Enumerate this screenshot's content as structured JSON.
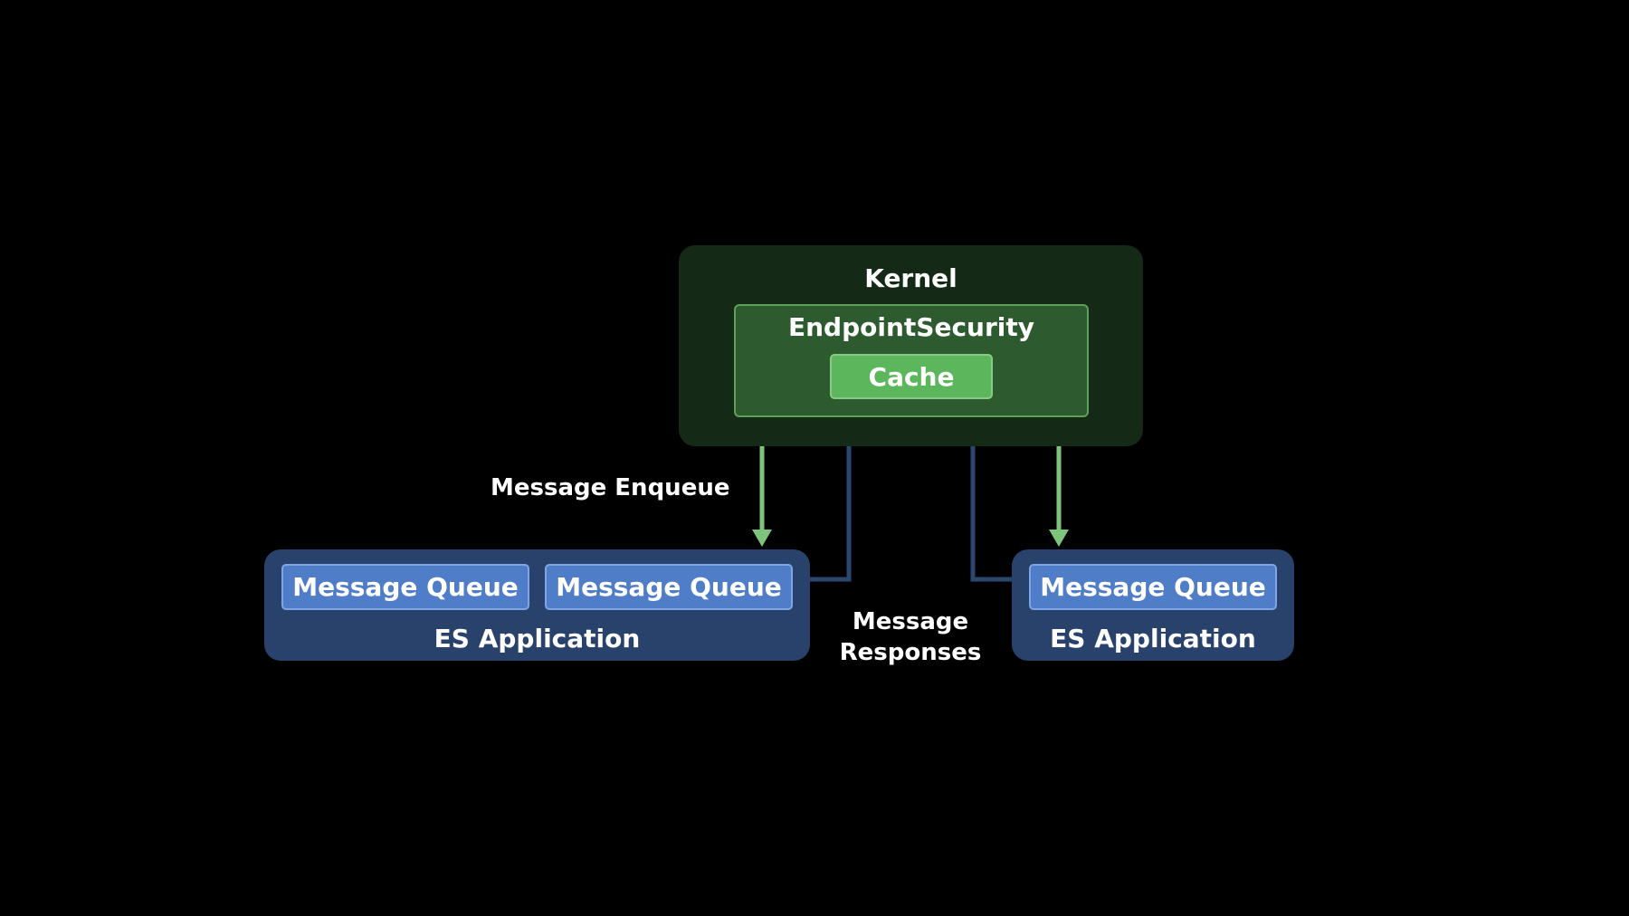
{
  "diagram": {
    "kernel": {
      "title": "Kernel"
    },
    "endpoint_security": {
      "title": "EndpointSecurity",
      "cache_label": "Cache"
    },
    "apps": [
      {
        "label": "ES Application",
        "queues": [
          "Message Queue",
          "Message Queue"
        ]
      },
      {
        "label": "ES Application",
        "queues": [
          "Message Queue"
        ]
      }
    ],
    "labels": {
      "enqueue": "Message Enqueue",
      "responses_line1": "Message",
      "responses_line2": "Responses"
    }
  },
  "colors": {
    "background": "#000000",
    "kernel_fill": "#142a17",
    "es_fill": "#2e5a2f",
    "cache_fill": "#5cb65c",
    "app_fill": "#28426b",
    "queue_fill": "#4f7dc7",
    "enqueue_arrow": "#7cc47c",
    "response_arrow": "#2b4770"
  }
}
